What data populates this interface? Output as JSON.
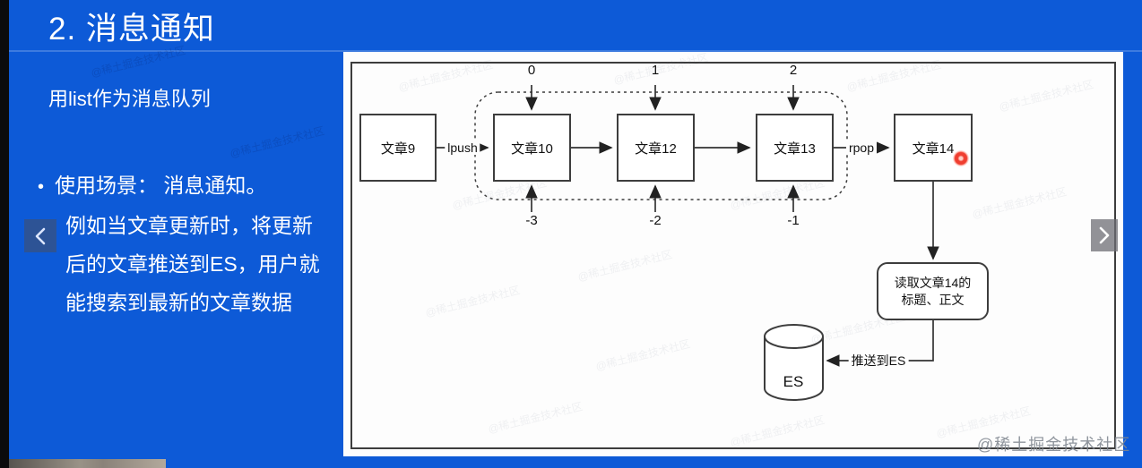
{
  "slide": {
    "title": "2. 消息通知",
    "subtitle": "用list作为消息队列",
    "bullet_marker": "•",
    "bullet_lines": [
      "使用场景： 消息通知。",
      "例如当文章更新时，将更新",
      "后的文章推送到ES，用户就",
      "能搜索到最新的文章数据"
    ]
  },
  "diagram": {
    "nodes": [
      "文章9",
      "文章10",
      "文章12",
      "文章13",
      "文章14"
    ],
    "top_indices": [
      "0",
      "1",
      "2"
    ],
    "bottom_indices": [
      "-3",
      "-2",
      "-1"
    ],
    "lpush_label": "lpush",
    "rpop_label": "rpop",
    "read_box": {
      "line1": "读取文章14的",
      "line2": "标题、正文"
    },
    "es_label": "ES",
    "push_to_es_label": "推送到ES"
  },
  "watermark": {
    "text": "@稀土掘金技术社区"
  },
  "colors": {
    "background_blue": "#0d5ad7",
    "panel_border": "#3d3d3d",
    "laser_red": "#ee2d1e",
    "watermark_gray": "#808690"
  }
}
